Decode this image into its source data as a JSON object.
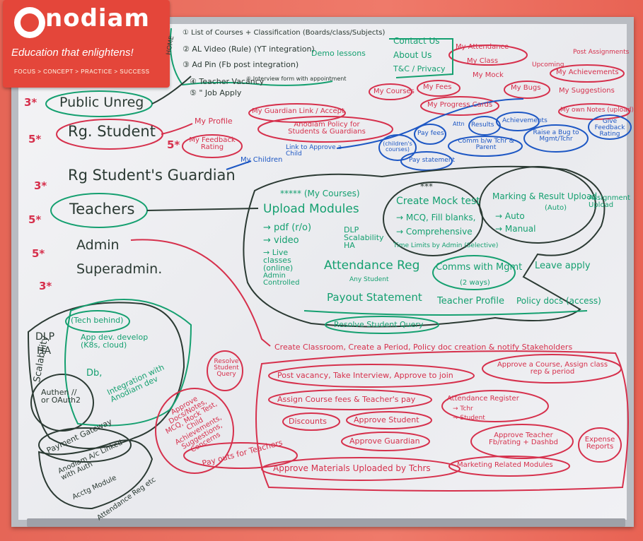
{
  "brand": {
    "name": "nodiam",
    "tagline": "Education that enlightens!",
    "strapline": "FOCUS  >  CONCEPT  >  PRACTICE  >  SUCCESS",
    "color": "#e4463a"
  },
  "roles": [
    {
      "stars": "3*",
      "label": "Public Unreg"
    },
    {
      "stars": "5*",
      "label": "Rg. Student"
    },
    {
      "stars": "3*",
      "label": "Rg Student's Guardian"
    },
    {
      "stars": "5*",
      "label": "Teachers"
    },
    {
      "stars": "5*",
      "label": "Admin"
    },
    {
      "stars": "3*",
      "label": "Superadmin."
    }
  ],
  "public_list": {
    "home": "HOME",
    "item1": "① List of Courses + Classification (Boards/class/Subjects)",
    "item2": "② AL Video (Rule) (YT integration)",
    "item3": "③ Ad Pin (Fb post integration)",
    "demo": "Demo lessons",
    "item4": "④ Teacher Vacancy",
    "item5": "⑤ \" Job Apply",
    "item6": "⑥ Interview form with appointment",
    "contact": "Contact Us",
    "about": "About Us",
    "toc": "T&C / Privacy"
  },
  "student": {
    "star": "5*",
    "my_profile": "My Profile",
    "my_feedback": "My Feedback Rating",
    "guardian_link": "My Guardian Link / Accept",
    "policy": "Anodiam Policy for Students & Guardians",
    "my_children": "My Children",
    "link_approve": "Link to Approve a Child",
    "my_courses": "My Courses",
    "my_fees": "My Fees",
    "my_progress": "My Progress Cards",
    "my_attendance": "My Attendance",
    "my_class": "My Class",
    "my_mock": "My Mock",
    "upcoming": "Upcoming",
    "post": "Post Assignments",
    "my_bugs": "My Bugs",
    "my_achievements": "My Achievements",
    "my_suggestions": "My Suggestions",
    "my_own_notes": "My own Notes (upload)",
    "children_courses": "(children's courses)",
    "pay_fees": "Pay fees",
    "results": "Results",
    "achievements": "Achievements",
    "attn": "Attn",
    "pay_statement": "Pay statement",
    "comm": "Comm b/w Tchr & Parent",
    "raise_bug": "Raise a Bug to Mgmt/Tchr",
    "give_feedback": "Give Feedback Rating"
  },
  "teacher": {
    "my_courses_tag": "***** (My Courses)",
    "upload_modules": "Upload Modules",
    "pdf": "→ pdf (r/o)",
    "video": "→ video",
    "live": "→ Live classes (online)",
    "admin_controlled": "Admin Controlled",
    "dlp": "DLP Scalability HA",
    "mock_stars": "***",
    "create_mock": "Create Mock test",
    "mcq": "→ MCQ, Fill blanks,",
    "comprehensive": "→ Comprehensive",
    "time_limits": "Time Limits by Admin (Selective)",
    "marking": "Marking & Result Upload",
    "auto_paren": "(Auto)",
    "auto": "→ Auto",
    "manual": "→ Manual",
    "assignment": "Assignment Upload",
    "attendance": "Attendance Reg",
    "any_student": "Any Student",
    "comms": "Comms with Mgmt",
    "two_ways": "(2 ways)",
    "leave": "Leave apply",
    "payout": "Payout Statement",
    "teacher_profile": "Teacher Profile",
    "policy_docs": "Policy docs (access)",
    "resolve": "Resolve Student Query"
  },
  "admin": {
    "create_classroom": "Create Classroom, Create a Period, Policy doc creation & notify Stakeholders",
    "post_vacancy": "Post vacancy, Take Interview, Approve to join",
    "approve_course": "Approve a Course, Assign class rep & period",
    "assign_fees": "Assign Course fees & Teacher's pay",
    "attendance_register": "Attendance Register",
    "tchr": "→ Tchr",
    "student": "→ Student",
    "discounts": "Discounts",
    "approve_student": "Approve Student",
    "approve_guardian": "Approve Guardian",
    "approve_teacher": "Approve Teacher Fb/rating + Dashbd",
    "expense": "Expense Reports",
    "resolve_query": "Resolve Student Query",
    "approve_docs": "Approve Docs/Notes, MCQ, Mock Test, Child Achievements, Suggestions, Concerns",
    "payout_teachers": "Pay outs for Teachers",
    "approve_materials": "Approve Materials Uploaded by Tchrs",
    "marketing": "Marketing Related Modules"
  },
  "tech": {
    "dlp": "DLP",
    "ha": "HA",
    "scalability": "Scalability",
    "tech_behind": "(Tech behind)",
    "app_dev": "App dev. develop (K8s, cloud)",
    "db": "Db,",
    "integration": "Integration with Anodiam dev",
    "authen": "Authen // or OAuth2",
    "gateway": "Payment Gateway",
    "anodiam_ac": "Anodiam A/c Linked with Auth",
    "acctg": "Acctg Module",
    "attendance_reg": "Attendance Reg etc"
  },
  "colors": {
    "green": "#15a070",
    "red": "#d6304c",
    "blue": "#1d57c4",
    "dark": "#2b3a33"
  }
}
